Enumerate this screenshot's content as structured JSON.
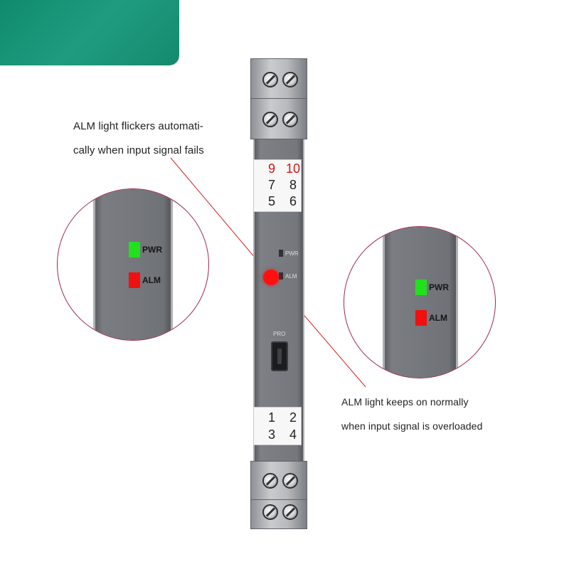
{
  "annotations": {
    "top": {
      "line1": "ALM light flickers automati-",
      "line2": "cally when input signal fails"
    },
    "bottom": {
      "line1": "ALM light keeps on normally",
      "line2": "when input signal is overloaded"
    }
  },
  "device": {
    "top_terminals": {
      "row1": [
        "9",
        "10"
      ],
      "row2": [
        "7",
        "8"
      ],
      "row3": [
        "5",
        "6"
      ]
    },
    "bottom_terminals": {
      "row1": [
        "1",
        "2"
      ],
      "row2": [
        "3",
        "4"
      ]
    },
    "led_pwr_label": "PWR",
    "led_alm_label": "ALM",
    "port_label": "PRO"
  },
  "zoom_left": {
    "pwr_label": "PWR",
    "alm_label": "ALM"
  },
  "zoom_right": {
    "pwr_label": "PWR",
    "alm_label": "ALM"
  },
  "colors": {
    "banner": "#1a9577",
    "pwr_led": "#22e01e",
    "alm_led": "#f01010",
    "callout_line": "#d42020",
    "zoom_border": "#9c2a4c"
  }
}
